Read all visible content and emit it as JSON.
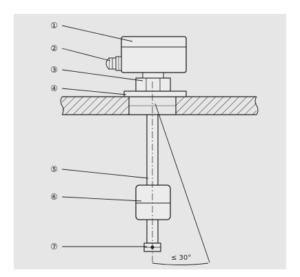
{
  "colors": {
    "background": "#ffffff",
    "panel": "#e6e6e6",
    "stroke": "#1e1e1e",
    "part_fill": "#ececec"
  },
  "callouts": [
    {
      "id": "1",
      "label": "①"
    },
    {
      "id": "2",
      "label": "②"
    },
    {
      "id": "3",
      "label": "③"
    },
    {
      "id": "4",
      "label": "④"
    },
    {
      "id": "5",
      "label": "⑤"
    },
    {
      "id": "6",
      "label": "⑥"
    },
    {
      "id": "7",
      "label": "⑦"
    }
  ],
  "angle_label": "≤ 30°"
}
